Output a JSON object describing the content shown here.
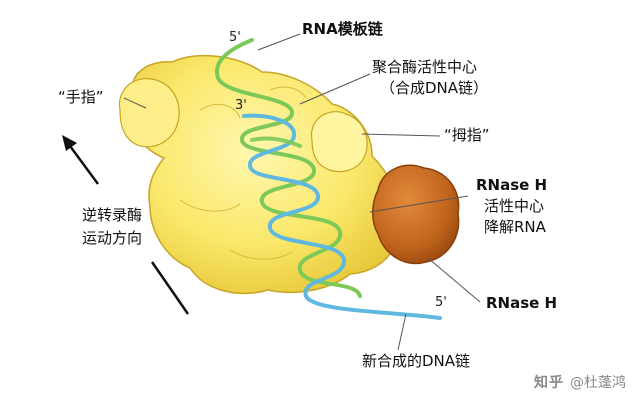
{
  "colors": {
    "enzyme": "#FAE86A",
    "enzyme_edge": "#C8A424",
    "rnase": "#C0641C",
    "rnase_edge": "#8A3E0C",
    "rna_strand": "#7CC95A",
    "dna_strand": "#5FB8E0",
    "leader_line": "#555555"
  },
  "labels": {
    "rna_template": "RNA模板链",
    "polymerase_center_1": "聚合酶活性中心",
    "polymerase_center_2": "（合成DNA链）",
    "fingers": "“手指”",
    "thumb": "“拇指”",
    "rnase_center_1": "RNase H",
    "rnase_center_2": "活性中心",
    "rnase_center_3": "降解RNA",
    "rnase_h": "RNase H",
    "new_dna": "新合成的DNA链",
    "direction_1": "逆转录酶",
    "direction_2": "运动方向",
    "five_prime_top": "5'",
    "three_prime": "3'",
    "five_prime_bottom": "5'"
  },
  "watermark": {
    "logo": "知乎",
    "handle": "@杜蓬鸿"
  }
}
